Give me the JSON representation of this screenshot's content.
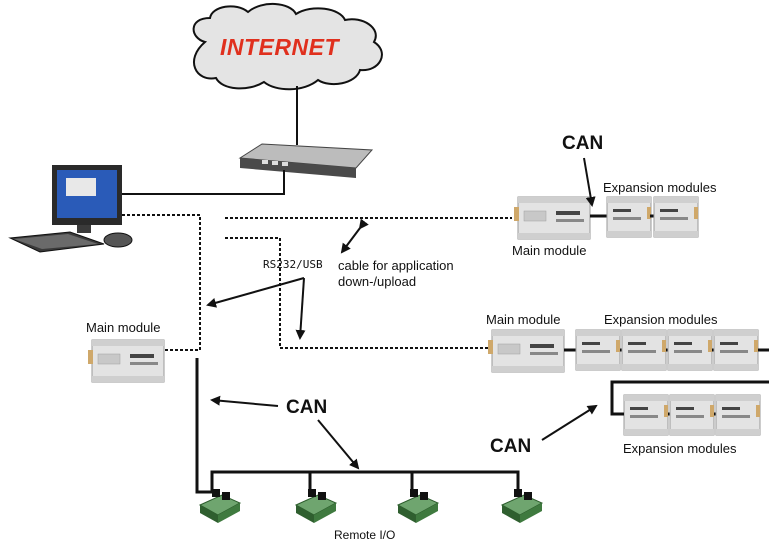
{
  "diagram": {
    "internet_label": "INTERNET",
    "rs232_label": "RS232/USB",
    "cable_label_line1": "cable for application",
    "cable_label_line2": "down-/upload",
    "can_top": "CAN",
    "can_middle": "CAN",
    "can_bottom": "CAN",
    "main_module_top": "Main module",
    "main_module_left": "Main module",
    "main_module_right": "Main module",
    "expansion_top": "Expansion modules",
    "expansion_middle": "Expansion modules",
    "expansion_bottom": "Expansion modules",
    "remote_io": "Remote I/O"
  },
  "colors": {
    "internet_text": "#e0301e",
    "cloud_fill": "#e4e4e4",
    "module_fill": "#d9d9d9",
    "module_stripe": "#cfa86a",
    "screen_fill": "#2a5bb8",
    "io_green": "#3a7a3a"
  }
}
